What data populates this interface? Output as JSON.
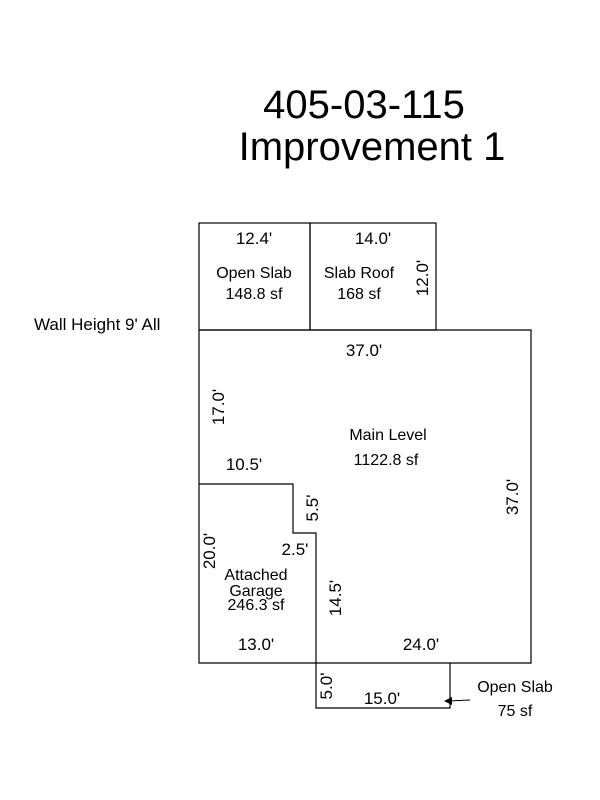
{
  "title": {
    "line1": "405-03-115",
    "line2": "Improvement 1"
  },
  "note": "Wall Height 9' All",
  "areas": {
    "open_slab_top": {
      "name": "Open Slab",
      "area": "148.8 sf"
    },
    "slab_roof": {
      "name": "Slab Roof",
      "area": "168 sf"
    },
    "main_level": {
      "name": "Main Level",
      "area": "1122.8 sf"
    },
    "garage": {
      "name_line1": "Attached",
      "name_line2": "Garage",
      "area": "246.3 sf"
    },
    "open_slab_bottom": {
      "name": "Open Slab",
      "area": "75 sf"
    }
  },
  "dimensions": {
    "open_slab_top_width": "12.4'",
    "slab_roof_width": "14.0'",
    "slab_roof_depth": "12.0'",
    "main_top": "37.0'",
    "main_right": "37.0'",
    "main_left_upper": "17.0'",
    "garage_top": "10.5'",
    "garage_step_v": "5.5'",
    "garage_step_h": "2.5'",
    "garage_left": "20.0'",
    "garage_inner": "14.5'",
    "garage_bottom": "13.0'",
    "main_bottom": "24.0'",
    "slab_bottom_depth": "5.0'",
    "slab_bottom_width": "15.0'"
  }
}
